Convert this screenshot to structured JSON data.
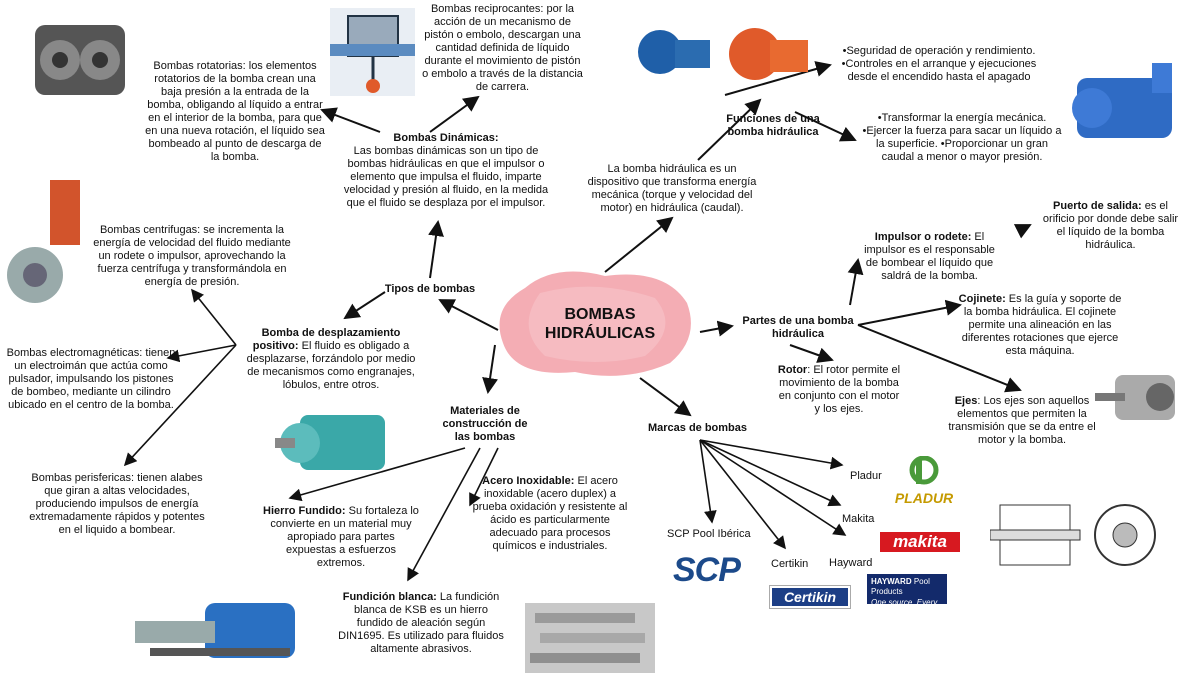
{
  "center": {
    "line1": "BOMBAS",
    "line2": "HIDRÁULICAS"
  },
  "definition": "La bomba hidráulica es un dispositivo que transforma energía mecánica (torque y velocidad del motor) en hidráulica (caudal).",
  "funciones": {
    "label": "Funciones de una bomba hidráulica",
    "item1": "•Seguridad de operación y rendimiento. •Controles en el arranque y ejecuciones desde el encendido hasta el apagado",
    "item2": "•Transformar la energía mecánica. •Ejercer la fuerza para sacar un líquido a la superficie. •Proporcionar un gran caudal a menor o mayor presión."
  },
  "partes": {
    "label": "Partes de una bomba hidráulica",
    "impulsor_title": "Impulsor o rodete:",
    "impulsor_text": "El impulsor es el responsable de bombear el líquido que saldrá de la bomba.",
    "puerto_title": "Puerto de salida:",
    "puerto_text": "es el orificio por donde debe salir el líquido de la bomba hidráulica.",
    "cojinete_title": "Cojinete:",
    "cojinete_text": "Es la guía y soporte de la bomba hidráulica. El cojinete permite una alineación en las diferentes rotaciones que ejerce esta máquina.",
    "rotor_title": "Rotor",
    "rotor_text": ": El rotor permite el movimiento de la bomba en conjunto con el motor y los ejes.",
    "ejes_title": "Ejes",
    "ejes_text": ": Los ejes son aquellos elementos que permiten la transmisión que se da entre el motor y la bomba."
  },
  "marcas": {
    "label": "Marcas de bombas",
    "items": [
      "SCP Pool Ibérica",
      "Certikin",
      "Hayward",
      "Makita",
      "Pladur"
    ],
    "logos": {
      "scp": "SCP",
      "certikin": "Certikin",
      "hayward": "HAYWARD",
      "hayward_sub": "Pool Products",
      "hayward_tag": "One source. Every pool.",
      "makita": "makita",
      "pladur": "PLADUR"
    }
  },
  "materiales": {
    "label": "Materiales de construcción de las bombas",
    "acero_title": "Acero Inoxidable:",
    "acero_text": "El acero inoxidable (acero duplex) a prueba oxidación y resistente al ácido es particularmente adecuado para procesos químicos e industriales.",
    "hierro_title": "Hierro Fundido:",
    "hierro_text": "Su fortaleza lo convierte en un material muy apropiado para partes expuestas a esfuerzos extremos.",
    "fundicion_title": "Fundición blanca:",
    "fundicion_text": "La fundición blanca de KSB es un hierro fundido de aleación según DIN1695. Es utilizado para fluidos altamente abrasivos."
  },
  "tipos": {
    "label": "Tipos de bombas",
    "dinamicas_title": "Bombas Dinámicas:",
    "dinamicas_text": "Las bombas dinámicas son un tipo de bombas hidráulicas en que el impulsor o elemento que impulsa el fluido, imparte velocidad y presión al fluido, en la medida que el fluido se desplaza por el impulsor.",
    "reciprocantes": "Bombas reciprocantes: por la acción de un mecanismo de pistón o embolo, descargan una cantidad definida de líquido durante el movimiento de pistón o embolo a través de la distancia de carrera.",
    "rotatorias": "Bombas rotatorias: los elementos rotatorios de la bomba crean una baja presión a la entrada de la bomba, obligando al líquido a entrar en el interior de la bomba, para que en una nueva rotación, el líquido sea bombeado al punto de descarga de la bomba.",
    "desplazamiento_title": "Bomba de desplazamiento positivo:",
    "desplazamiento_text": "El fluido es obligado a desplazarse, forzándolo por medio de mecanismos como engranajes, lóbulos, entre otros.",
    "centrifugas": "Bombas centrifugas: se incrementa la energía de velocidad del fluido mediante un rodete o impulsor, aprovechando la fuerza centrífuga y transformándola en energía de presión.",
    "electromagneticas": "Bombas electromagnéticas: tienen un electroimán que actúa como pulsador, impulsando los pistones de bombeo, mediante un cilindro ubicado en el centro de la bomba.",
    "perifericas": "Bombas perisfericas: tienen alabes que giran a altas velocidades, produciendo impulsos de energía extremadamente rápidos y potentes en el liquido a bombear."
  },
  "colors": {
    "blob": "#f2a0a8",
    "arrow": "#111111",
    "pump_blue": "#2b6cb0",
    "pump_orange": "#e05a2a",
    "pump_teal": "#3aa8a8"
  }
}
